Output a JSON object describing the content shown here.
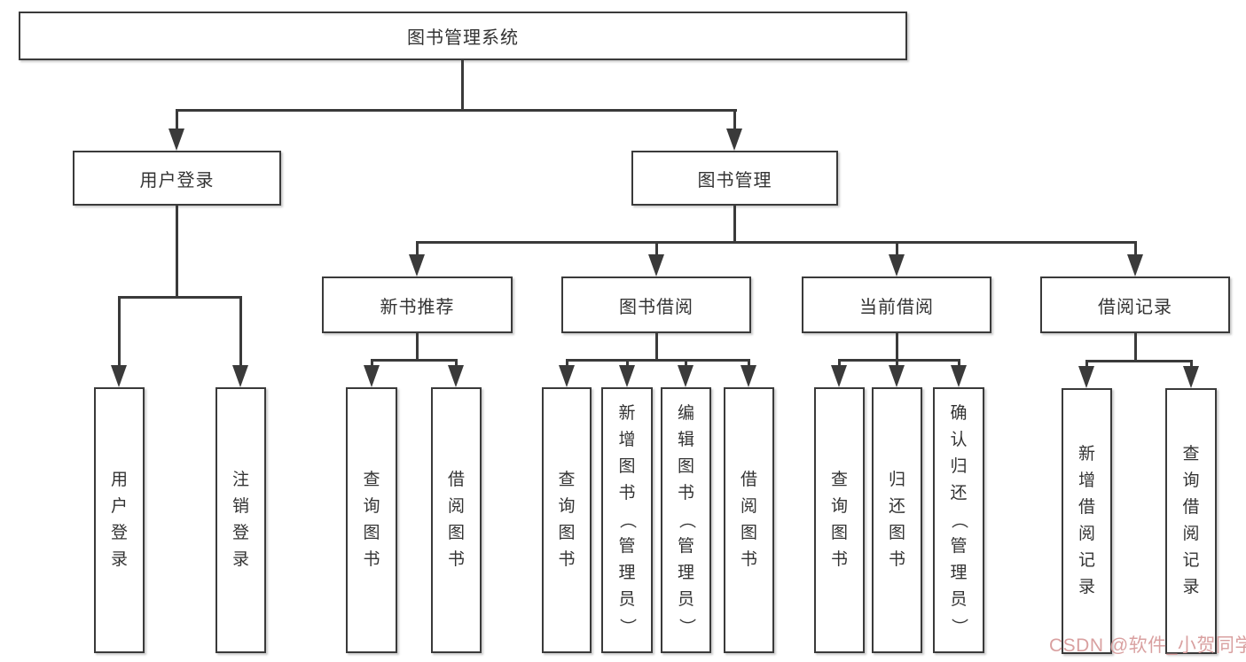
{
  "diagram": {
    "type": "tree",
    "root": {
      "label": "图书管理系统"
    },
    "level2": [
      {
        "label": "用户登录"
      },
      {
        "label": "图书管理"
      }
    ],
    "level3": [
      {
        "label": "新书推荐",
        "parent": "图书管理"
      },
      {
        "label": "图书借阅",
        "parent": "图书管理"
      },
      {
        "label": "当前借阅",
        "parent": "图书管理"
      },
      {
        "label": "借阅记录",
        "parent": "图书管理"
      }
    ],
    "leaves": [
      {
        "label": "用户登录",
        "parent": "用户登录"
      },
      {
        "label": "注销登录",
        "parent": "用户登录"
      },
      {
        "label": "查询图书",
        "parent": "新书推荐"
      },
      {
        "label": "借阅图书",
        "parent": "新书推荐"
      },
      {
        "label": "查询图书",
        "parent": "图书借阅"
      },
      {
        "label": "新增图书（管理员）",
        "parent": "图书借阅"
      },
      {
        "label": "编辑图书（管理员）",
        "parent": "图书借阅"
      },
      {
        "label": "借阅图书",
        "parent": "图书借阅"
      },
      {
        "label": "查询图书",
        "parent": "当前借阅"
      },
      {
        "label": "归还图书",
        "parent": "当前借阅"
      },
      {
        "label": "确认归还（管理员）",
        "parent": "当前借阅"
      },
      {
        "label": "新增借阅记录",
        "parent": "借阅记录"
      },
      {
        "label": "查询借阅记录",
        "parent": "借阅记录"
      }
    ]
  },
  "watermark": {
    "text": "CSDN @软件_小贺同学",
    "color": "#d9a0a0"
  },
  "colors": {
    "line": "#3a3a3a",
    "box_border": "#3a3a3a",
    "text": "#333333",
    "background": "#ffffff"
  }
}
